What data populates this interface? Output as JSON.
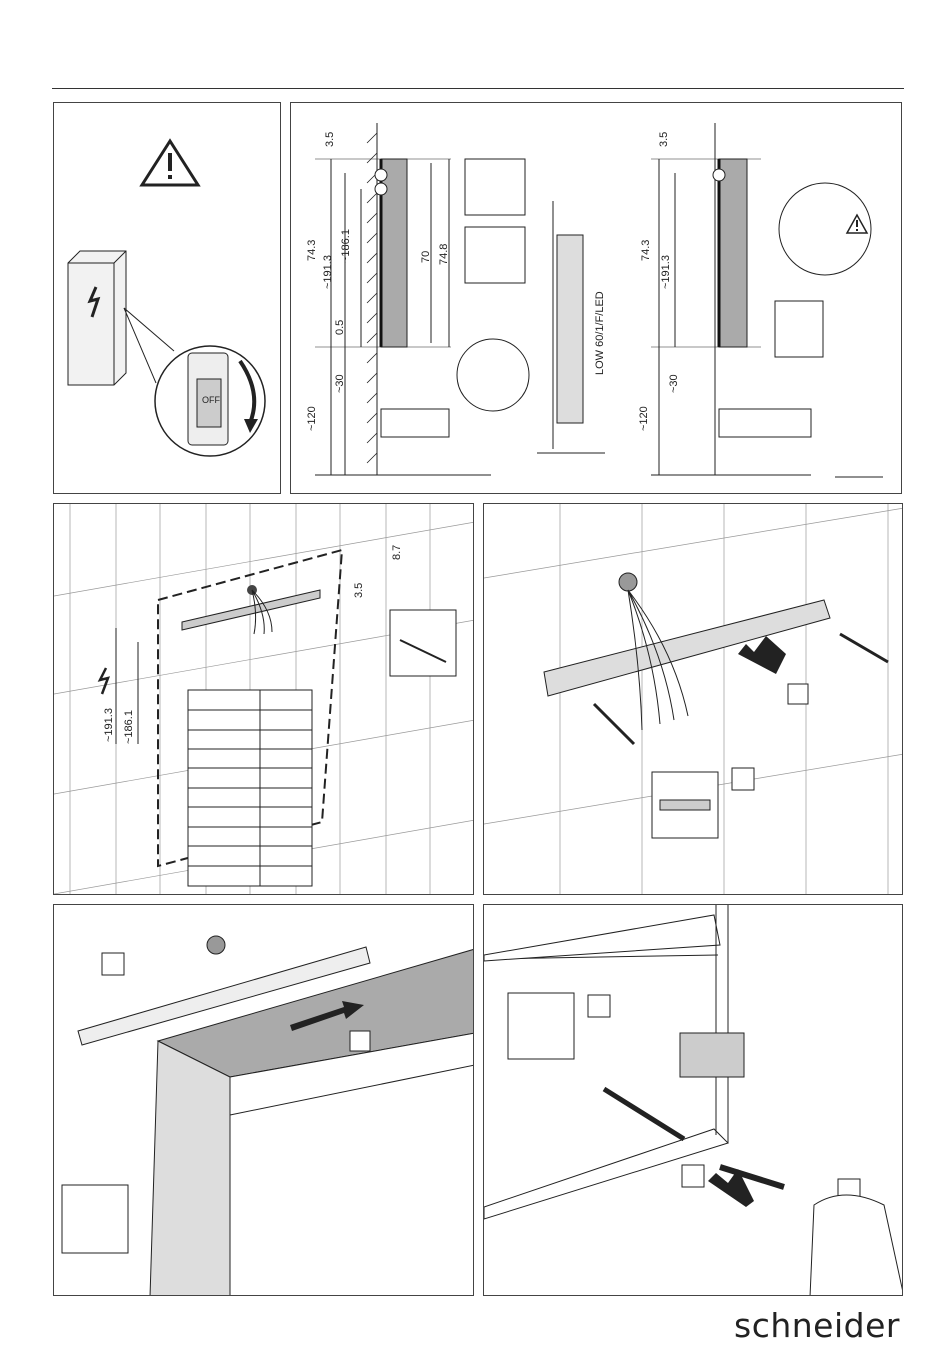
{
  "panel_warning": {
    "switch_label": "OFF"
  },
  "panel_dimensions": {
    "left_figure": {
      "top_gap": "3.5",
      "height_total": "74.3",
      "height_outlet_1": "~191.3",
      "height_outlet_2": "~186.1",
      "bottom_gap": "0.5",
      "cabinet_height": "70",
      "cabinet_outer": "74.8",
      "sink_gap": "~30",
      "floor_height": "~120"
    },
    "side_figure": {
      "model_label": "LOW 60/1/F/LED"
    },
    "right_figure": {
      "top_gap": "3.5",
      "height_total": "74.3",
      "height_outlet": "~191.3",
      "sink_gap": "~30",
      "floor_height": "~120"
    }
  },
  "panel_marking": {
    "gap_small": "8.7",
    "gap_top": "3.5",
    "height_outlet_1": "~191.3",
    "height_outlet_2": "~186.1",
    "table_rows": 10
  },
  "brand": {
    "logo_text": "schneider"
  },
  "colors": {
    "line": "#222222",
    "fill_grey": "#aaaaaa",
    "fill_light": "#dddddd"
  }
}
